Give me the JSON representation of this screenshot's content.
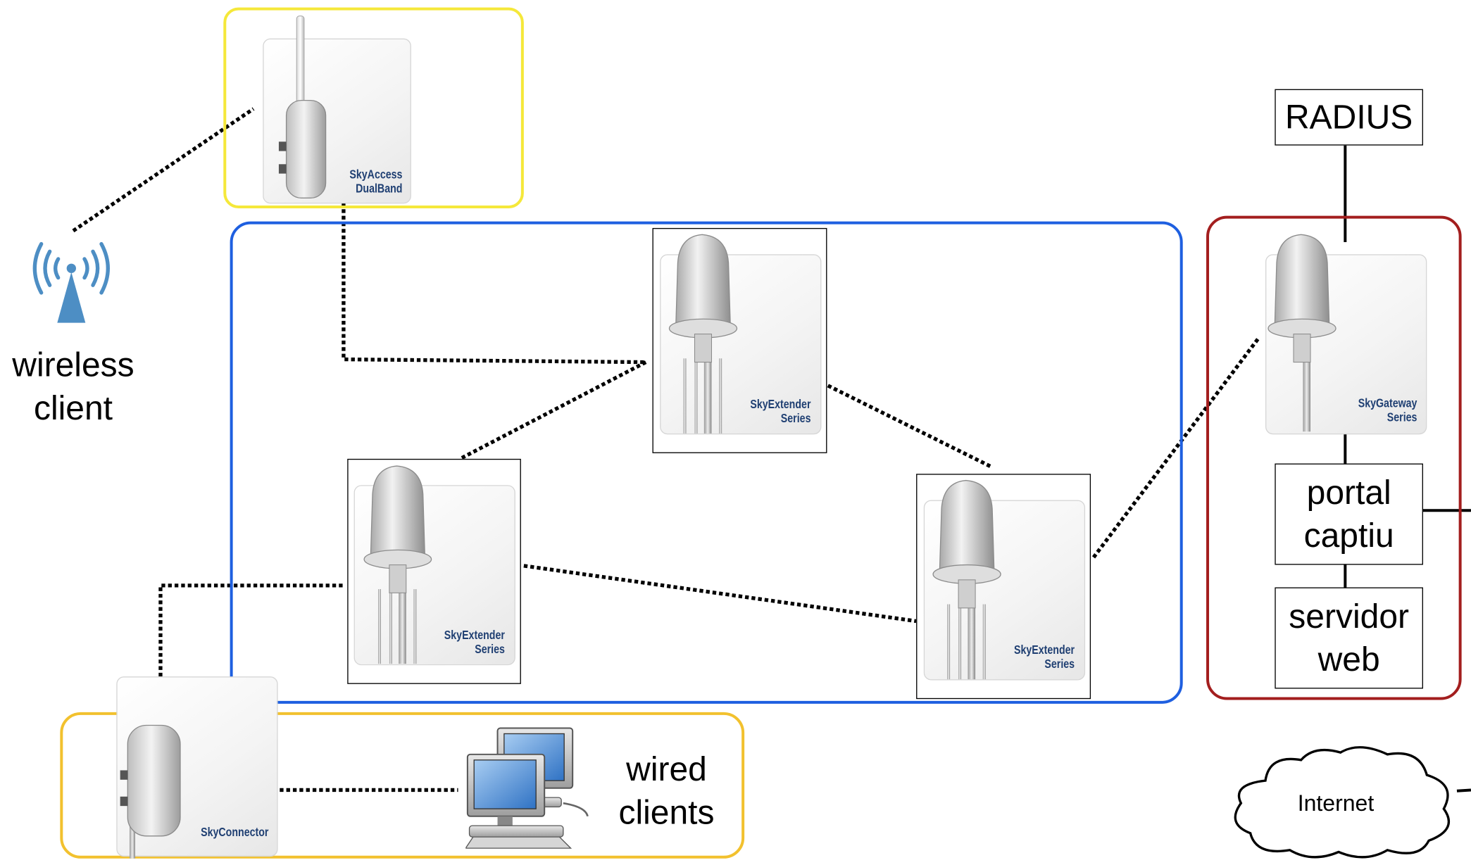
{
  "devices": {
    "skyaccess": {
      "line1": "SkyAccess",
      "line2": "DualBand"
    },
    "extender_top": {
      "line1": "SkyExtender",
      "line2": "Series"
    },
    "extender_left": {
      "line1": "SkyExtender",
      "line2": "Series"
    },
    "extender_right": {
      "line1": "SkyExtender",
      "line2": "Series"
    },
    "gateway": {
      "line1": "SkyGateway",
      "line2": "Series"
    },
    "connector": {
      "line1": "SkyConnector"
    }
  },
  "labels": {
    "wireless_client_1": "wireless",
    "wireless_client_2": "client",
    "wired_clients_1": "wired",
    "wired_clients_2": "clients",
    "radius": "RADIUS",
    "portal_1": "portal",
    "portal_2": "captiu",
    "webserver_1": "servidor",
    "webserver_2": "web",
    "internet": "Internet"
  },
  "colors": {
    "access_region": "#f5e83a",
    "mesh_region": "#1e5fe0",
    "gateway_region": "#a31e1e",
    "client_region": "#f2c12e",
    "antenna_blue": "#4d8ec4",
    "label_blue": "#1f3f72"
  }
}
